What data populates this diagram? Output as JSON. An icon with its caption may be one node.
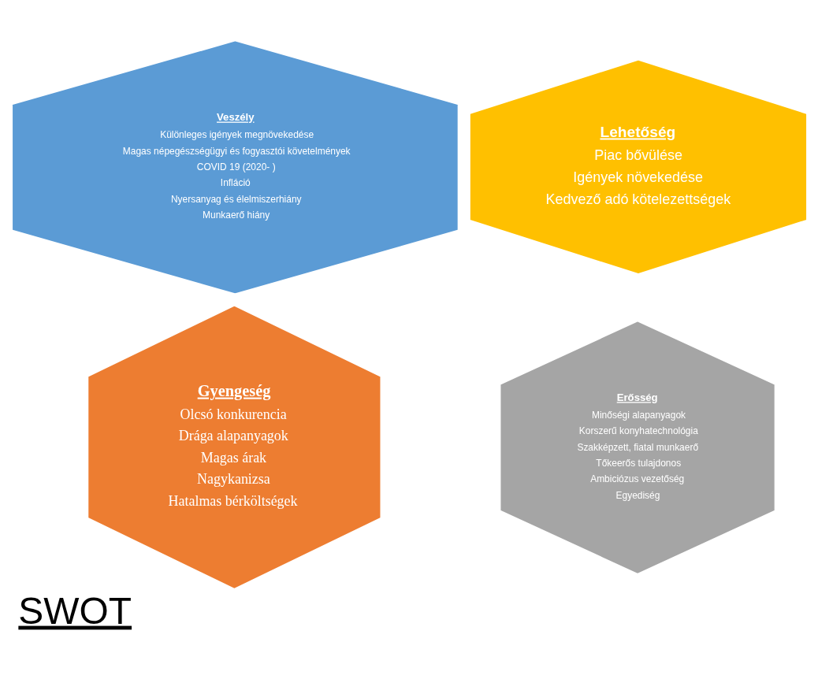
{
  "diagram": {
    "title": "SWOT",
    "nodes": [
      {
        "text": [
          "Erősség",
          "Minőségi alapanyagok",
          "Korszerű konyhatechnológia",
          "Szakképzett, fiatal munkaerő",
          "Tőkeerős tulajdonos",
          "Ambiciózus vezetőség",
          "Egyediség"
        ]
      },
      {
        "text": [
          "Gyengeség",
          "Olcsó konkurencia",
          "Drága alapanyagok",
          "Magas árak",
          "Nagykanizsa",
          "Hatalmas bérköltségek"
        ]
      },
      {
        "text": [
          "Lehetőség",
          "Piac bővülése",
          "Igények növekedése",
          "Kedvező adó kötelezettségek"
        ]
      },
      {
        "text": [
          "Veszély",
          "Különleges igények megnövekedése",
          "Magas népegészségügyi és fogyasztói követelmények",
          "COVID 19 (2020- )",
          "Infláció",
          "Nyersanyag és élelmiszerhiány",
          "Munkaerő hiány"
        ]
      }
    ],
    "edges": []
  }
}
